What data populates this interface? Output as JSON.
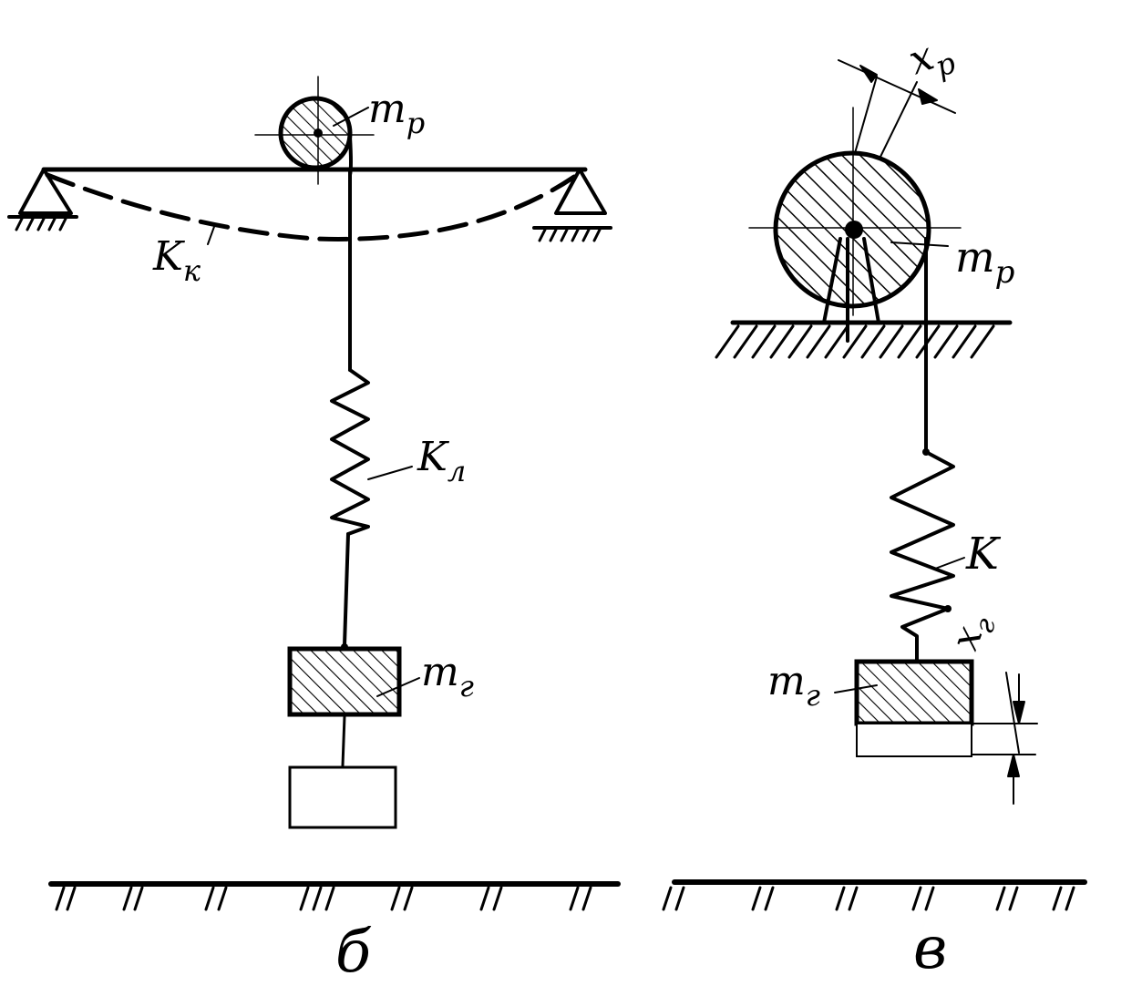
{
  "diagram_b": {
    "caption": "б",
    "rotor_mass_label": "m",
    "rotor_mass_sub": "р",
    "beam_stiffness_label": "K",
    "beam_stiffness_sub": "к",
    "rope_stiffness_label": "K",
    "rope_stiffness_sub": "л",
    "load_mass_label": "m",
    "load_mass_sub": "г"
  },
  "diagram_v": {
    "caption": "в",
    "rotor_mass_label": "m",
    "rotor_mass_sub": "р",
    "rotor_disp_label": "x",
    "rotor_disp_sub": "р",
    "stiffness_label": "K",
    "load_mass_label": "m",
    "load_mass_sub": "г",
    "load_disp_label": "x",
    "load_disp_sub": "г"
  }
}
